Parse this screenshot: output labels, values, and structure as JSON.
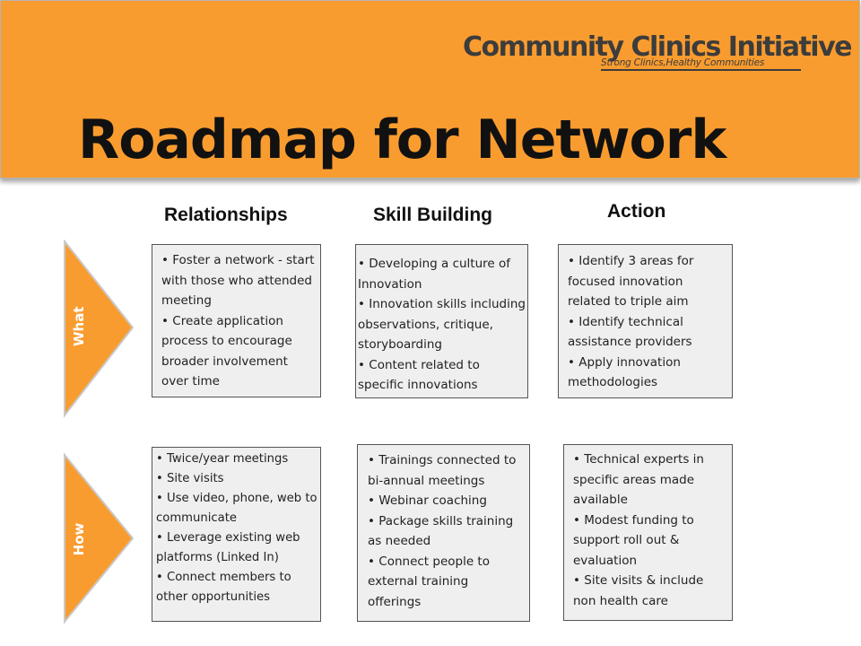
{
  "logo": {
    "name": "Community Clinics Initiative",
    "tagline": "Strong Clinics,Healthy Communities"
  },
  "title": "Roadmap for Network",
  "columns": [
    "Relationships",
    "Skill Building",
    "Action"
  ],
  "rows": [
    "What",
    "How"
  ],
  "colors": {
    "banner": "#f99c2f",
    "triangle": "#f99c2f",
    "box": "#efefef"
  },
  "cells": {
    "what": {
      "relationships": [
        "Foster a network - start with those who attended meeting",
        "Create application process to encourage broader involvement over time"
      ],
      "skill_building": [
        "Developing a culture of Innovation",
        "Innovation skills including observations, critique, storyboarding",
        "Content related to specific innovations"
      ],
      "action": [
        "Identify 3 areas for focused innovation related to triple aim",
        "Identify technical assistance providers",
        "Apply innovation methodologies"
      ]
    },
    "how": {
      "relationships": [
        "Twice/year meetings",
        "Site visits",
        "Use video, phone, web to communicate",
        "Leverage existing web platforms (Linked In)",
        "Connect members to other opportunities"
      ],
      "skill_building": [
        "Trainings connected to bi-annual meetings",
        "Webinar coaching",
        "Package skills training as needed",
        "Connect people to external training offerings"
      ],
      "action": [
        "Technical experts in specific areas made available",
        "Modest funding to support roll out & evaluation",
        "Site visits & include non health care"
      ]
    }
  }
}
